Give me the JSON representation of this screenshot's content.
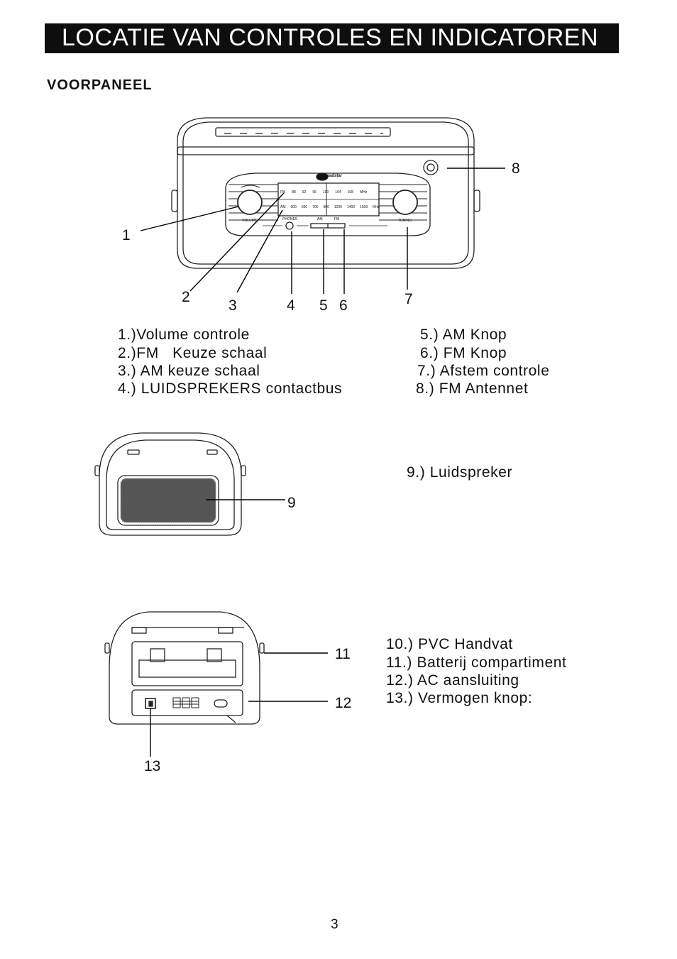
{
  "header": {
    "title": "LOCATIE VAN CONTROLES EN INDICATOREN"
  },
  "section": {
    "title": "VOORPANEEL"
  },
  "front": {
    "brand": "roadstar",
    "dial": {
      "fm_label": "FM",
      "fm_ticks": [
        "88",
        "92",
        "96",
        "100",
        "104",
        "108",
        "MHz"
      ],
      "am_label": "AM",
      "am_ticks": [
        "500",
        "600",
        "700",
        "900",
        "1200",
        "1400",
        "1600",
        "KHz"
      ]
    },
    "panel_labels": {
      "volume": "VOLUME",
      "phones": "PHONES",
      "am": "AM",
      "fm": "FM",
      "tuning": "TUNING"
    },
    "callouts": [
      "1",
      "2",
      "3",
      "4",
      "5",
      "6",
      "7",
      "8"
    ],
    "legend_left": [
      "1.)Volume controle",
      "2.)FM   Keuze schaal",
      "3.) AM keuze schaal",
      "4.) LUIDSPREKERS contactbus"
    ],
    "legend_right": [
      "5.) AM Knop",
      "6.) FM Knop",
      "7.) Afstem controle",
      "8.) FM Antennet"
    ]
  },
  "side": {
    "callout": "9",
    "legend": "9.) Luidspreker"
  },
  "back": {
    "callouts": [
      "11",
      "12",
      "13"
    ],
    "legend": [
      "10.) PVC Handvat",
      "11.) Batterij compartiment",
      "12.) AC aansluiting",
      "13.) Vermogen knop:"
    ]
  },
  "footer": {
    "page_number": "3"
  }
}
